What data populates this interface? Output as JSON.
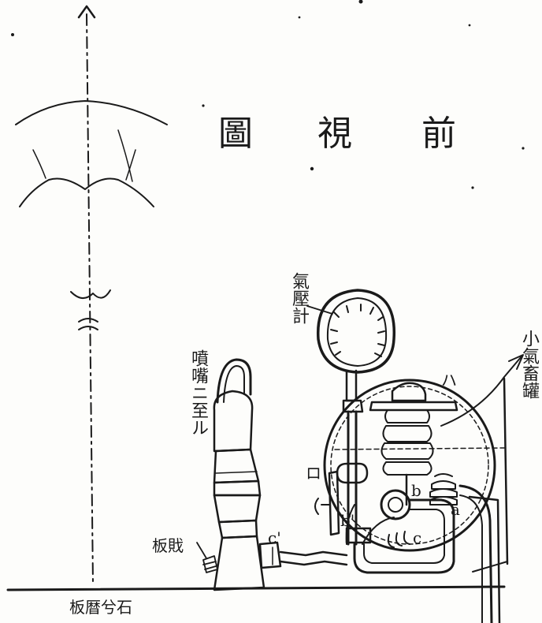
{
  "title": [
    "前",
    "視",
    "圖"
  ],
  "labels": {
    "manometer": "氣壓計",
    "nozzle": "噴嘴ニ至ル",
    "small_tank": "小氣畜罐",
    "plate_label": "板戝",
    "floor_label": "板暦兮石",
    "mark_ro": "ロ",
    "mark_ha": "ハ",
    "mark_a": "a",
    "mark_b": "b",
    "mark_b2": "b'",
    "mark_c": "c",
    "mark_c2": "c'"
  },
  "colors": {
    "ink": "#1a1a1a",
    "paper": "#fdfdfb"
  }
}
